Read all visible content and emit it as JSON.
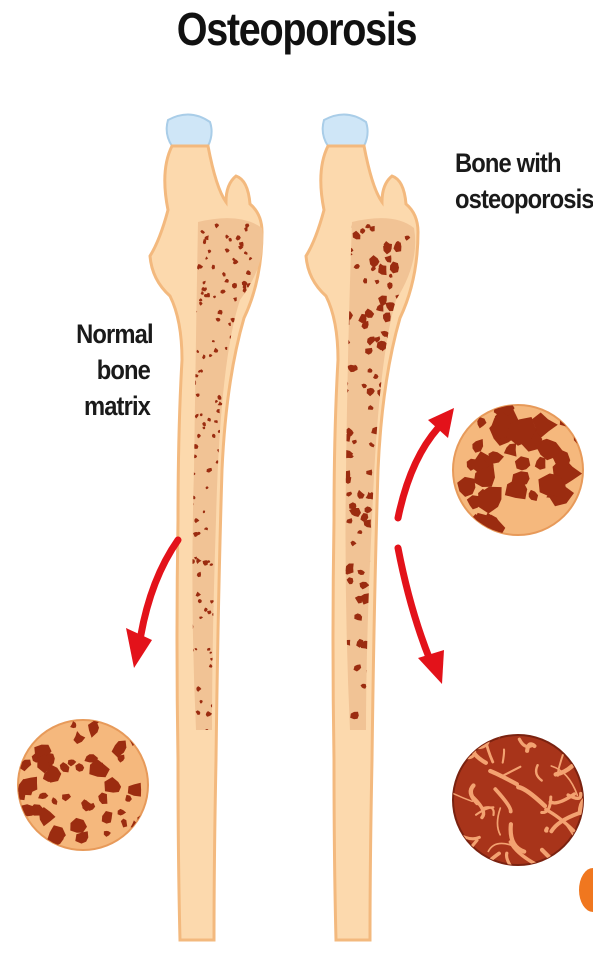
{
  "title": "Osteoporosis",
  "labels": {
    "normal_line1": "Normal",
    "normal_line2": "bone",
    "normal_line3": "matrix",
    "osteo_line1": "Bone with",
    "osteo_line2": "osteoporosis"
  },
  "colors": {
    "bone_light": "#fcd9ad",
    "bone_mid": "#f5b87d",
    "spongy": "#f1c395",
    "pore": "#9b2c10",
    "cartilage": "#cfe6f7",
    "arrow": "#e3121a",
    "dense_fill": "#a8341a",
    "dense_crack": "#f3a271"
  }
}
